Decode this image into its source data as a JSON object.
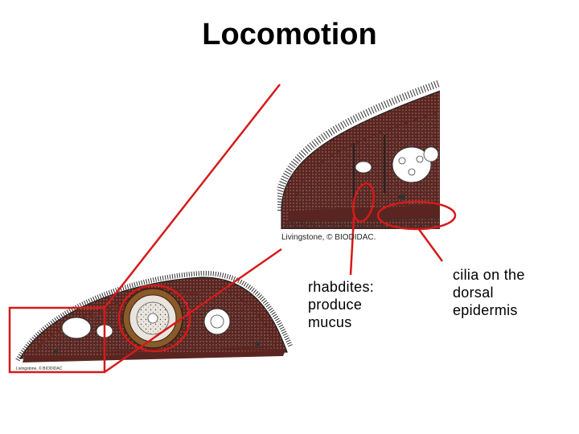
{
  "title": "Locomotion",
  "labels": {
    "rhabdites": [
      "rhabdites:",
      "produce",
      "mucus"
    ],
    "cilia": [
      "cilia on the",
      "dorsal",
      "epidermis"
    ]
  },
  "credits": {
    "large": "Livingstone, © BIODIDAC.",
    "small": "Livingstone, © BIODIDAC"
  },
  "colors": {
    "annotation": "#d51a1a",
    "tissue": "#6b2a22",
    "pharynx": "#8a5a2b"
  }
}
